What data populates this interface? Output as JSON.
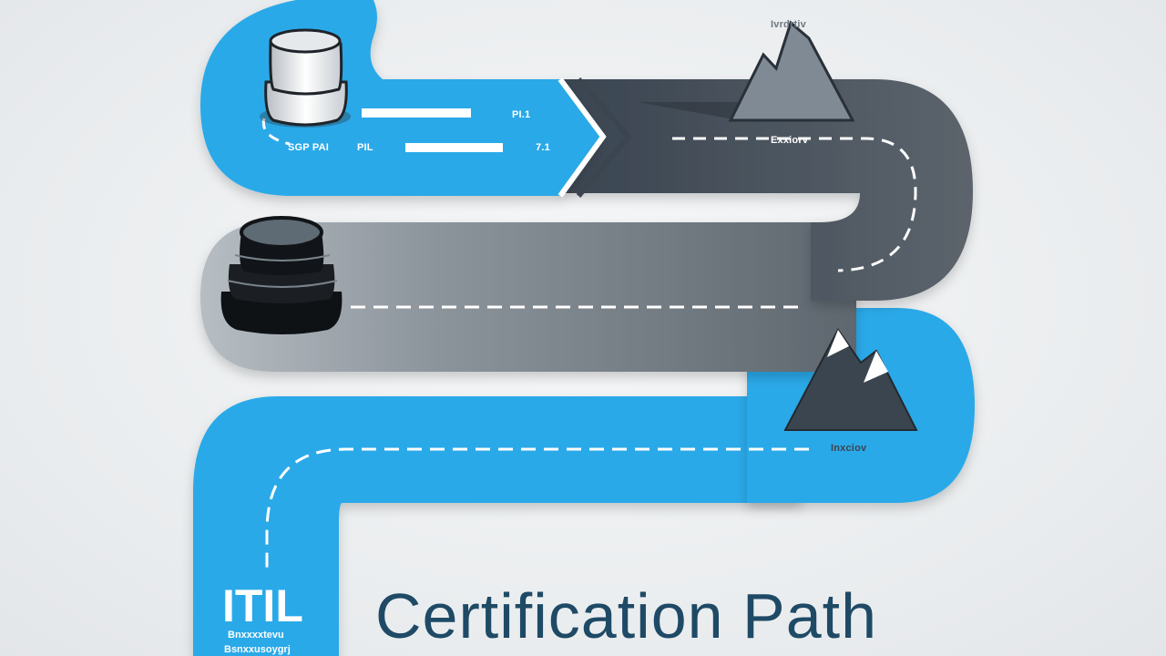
{
  "title": "Certification Path",
  "logo": {
    "text": "ITIL",
    "subtitle_line1": "Bnxxxxtevu",
    "subtitle_line2": "Bsnxxusoygrj"
  },
  "labels": {
    "stage1_a": "SGP PAI",
    "stage1_b": "PIL",
    "stage1_c": "PI.1",
    "stage1_d": "7.1",
    "mountain_top": "Ivrdrtiv",
    "road_top": "Exxiorv",
    "road_bottom": "Inxciov"
  },
  "colors": {
    "blue": "#29a9e8",
    "dark": "#3b4550",
    "gray": "#6e7880",
    "title": "#1f4a66",
    "background": "#eef0f2"
  }
}
